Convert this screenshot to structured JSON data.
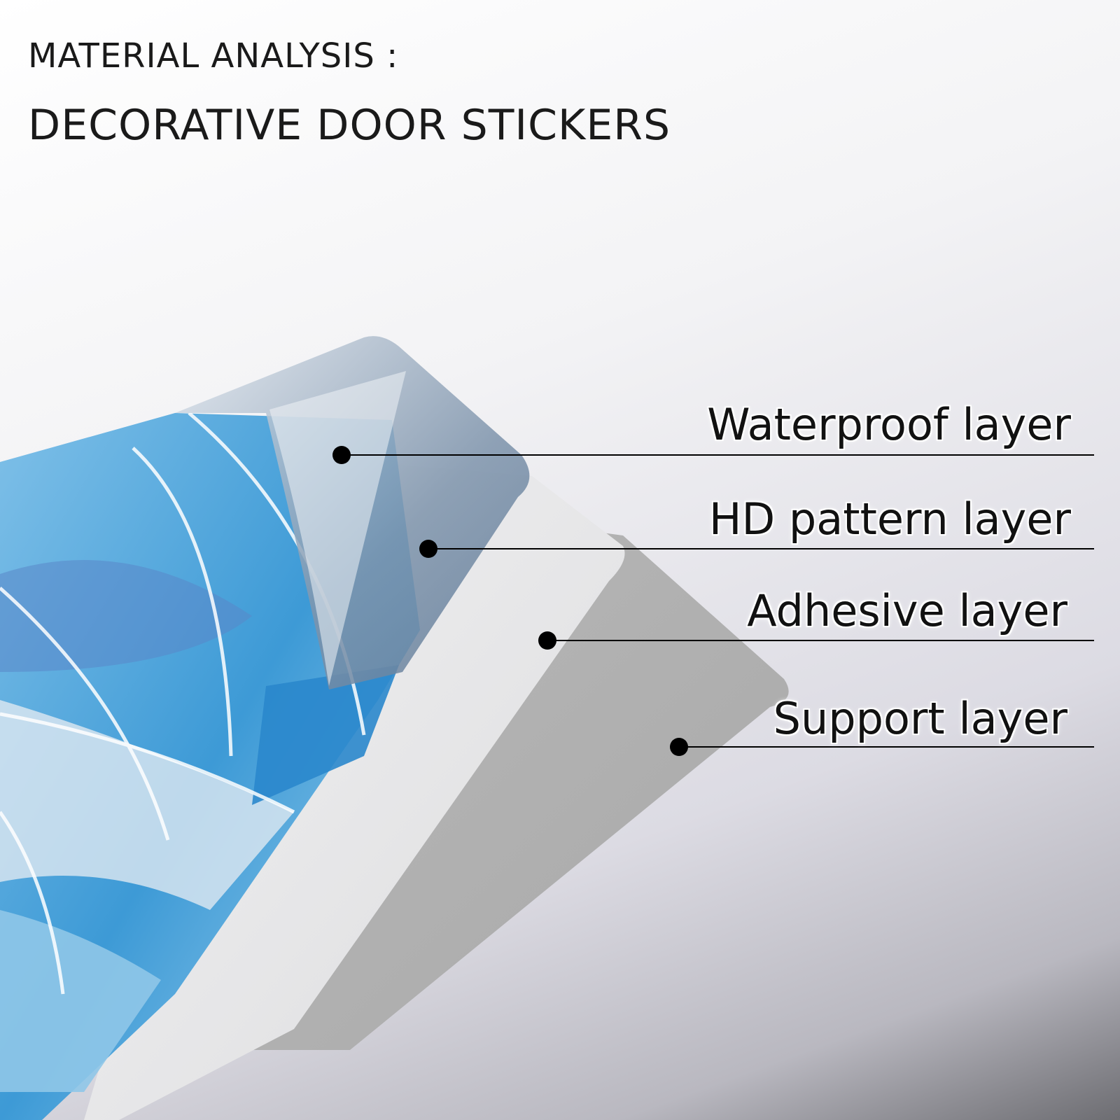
{
  "header": {
    "title": "MATERIAL ANALYSIS :",
    "subtitle": "DECORATIVE DOOR STICKERS"
  },
  "layers": [
    {
      "label": "Waterproof layer"
    },
    {
      "label": "HD pattern layer"
    },
    {
      "label": "Adhesive layer"
    },
    {
      "label": "Support layer"
    }
  ],
  "colors": {
    "support": "#b3b3b3",
    "adhesive": "#e9e9ea",
    "pattern_blue": "#4aa3dc",
    "pattern_light": "#8ec9ea",
    "waterproof": "#c7d3de",
    "marker": "#000000"
  }
}
